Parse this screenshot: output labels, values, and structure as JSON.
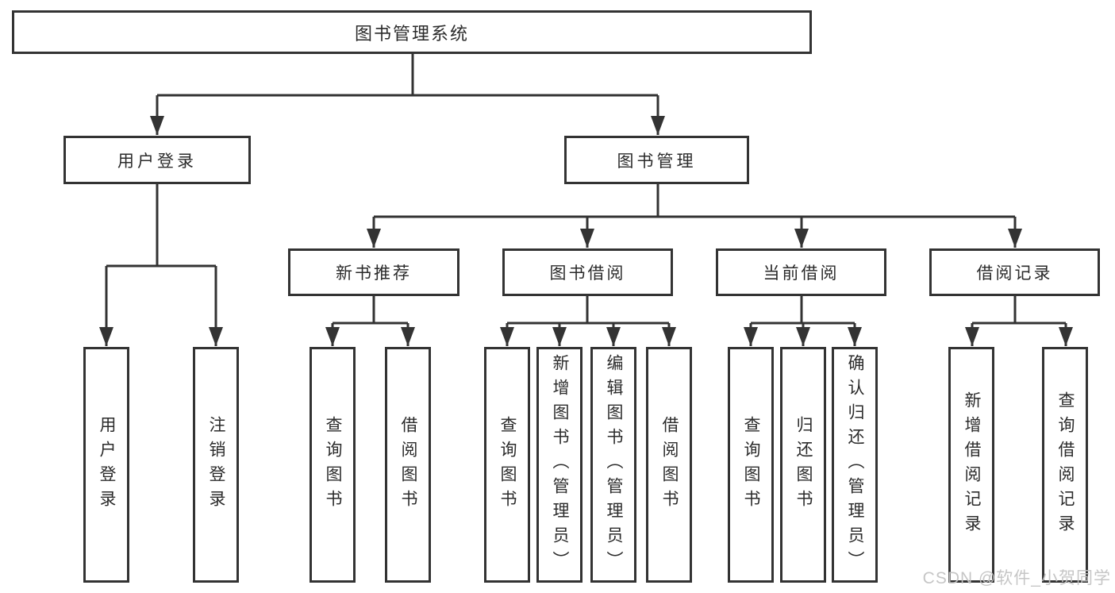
{
  "diagram": {
    "title": "图书管理系统",
    "watermark": "CSDN @软件_小贺同学",
    "colors": {
      "line": "#333333",
      "box_border": "#333333",
      "box_background": "#ffffff",
      "text": "#2b2b2b",
      "watermark": "#c3c3c3"
    },
    "nodes": {
      "root": {
        "label": "图书管理系统"
      },
      "level2": [
        {
          "label": "用户登录"
        },
        {
          "label": "图书管理"
        }
      ],
      "level3": [
        {
          "label": "新书推荐"
        },
        {
          "label": "图书借阅"
        },
        {
          "label": "当前借阅"
        },
        {
          "label": "借阅记录"
        }
      ],
      "leaves": {
        "user_login": [
          "用户登录",
          "注销登录"
        ],
        "new_books": [
          "查询图书",
          "借阅图书"
        ],
        "borrow": [
          "查询图书",
          "新增图书（管理员）",
          "编辑图书（管理员）",
          "借阅图书"
        ],
        "current": [
          "查询图书",
          "归还图书",
          "确认归还（管理员）"
        ],
        "records": [
          "新增借阅记录",
          "查询借阅记录"
        ]
      }
    }
  }
}
